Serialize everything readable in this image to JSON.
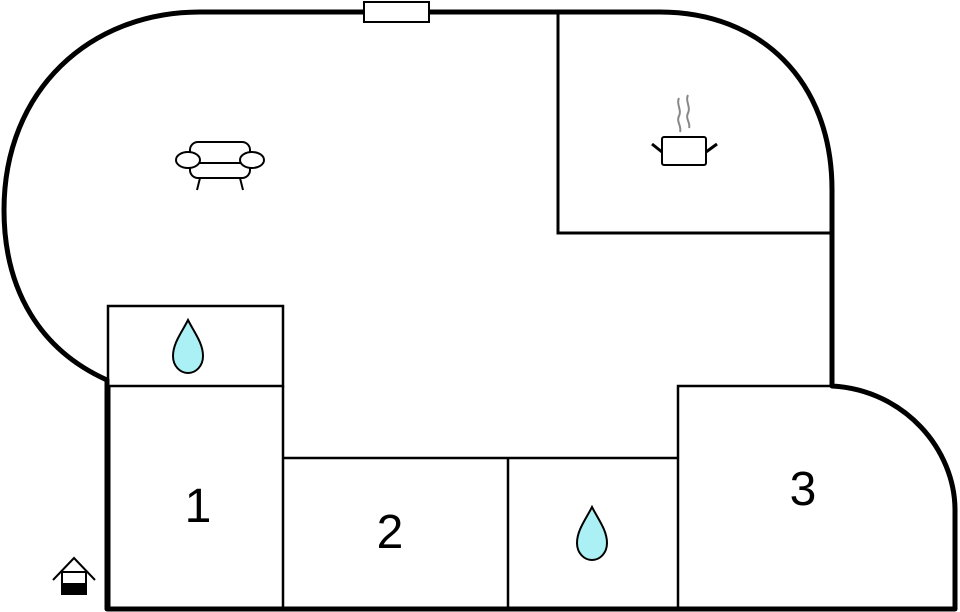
{
  "floor_plan": {
    "colors": {
      "wall": "#000000",
      "background": "#ffffff",
      "water_drop_fill": "#aaf0f4",
      "steam": "#888888"
    },
    "rooms": [
      {
        "id": "living-room",
        "label": "",
        "icon": "sofa-icon"
      },
      {
        "id": "kitchen",
        "label": "",
        "icon": "cooking-pot-icon"
      },
      {
        "id": "bathroom-1",
        "label": "",
        "icon": "water-drop-icon"
      },
      {
        "id": "bedroom-1",
        "label": "1"
      },
      {
        "id": "bedroom-2",
        "label": "2"
      },
      {
        "id": "bathroom-2",
        "label": "",
        "icon": "water-drop-icon"
      },
      {
        "id": "bedroom-3",
        "label": "3"
      }
    ],
    "features": [
      {
        "id": "window-top",
        "icon": "window-icon"
      },
      {
        "id": "entrance",
        "icon": "entrance-house-icon"
      }
    ]
  }
}
